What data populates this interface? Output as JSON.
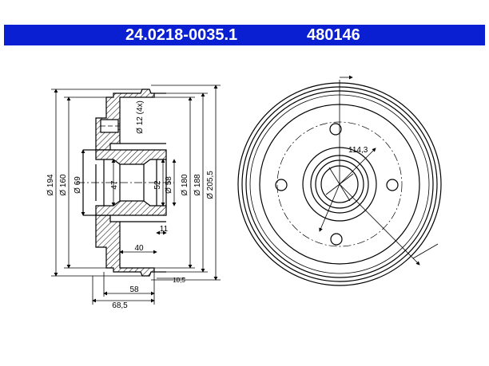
{
  "header": {
    "part_number": "24.0218-0035.1",
    "ref_number": "480146",
    "bar_color": "#0a1ed2"
  },
  "dimensions": {
    "d194": "Ø 194",
    "d160": "Ø 160",
    "d69": "Ø 69",
    "d47": "47",
    "d52": "52",
    "d58v": "Ø 58",
    "d180": "Ø 180",
    "d188": "Ø 188",
    "d205": "Ø 205,5",
    "bolt": "Ø 12 (4x)",
    "w40": "40",
    "w11": "11",
    "w10": "10,5",
    "w58": "58",
    "w68": "68,5",
    "pcd": "114,3"
  }
}
